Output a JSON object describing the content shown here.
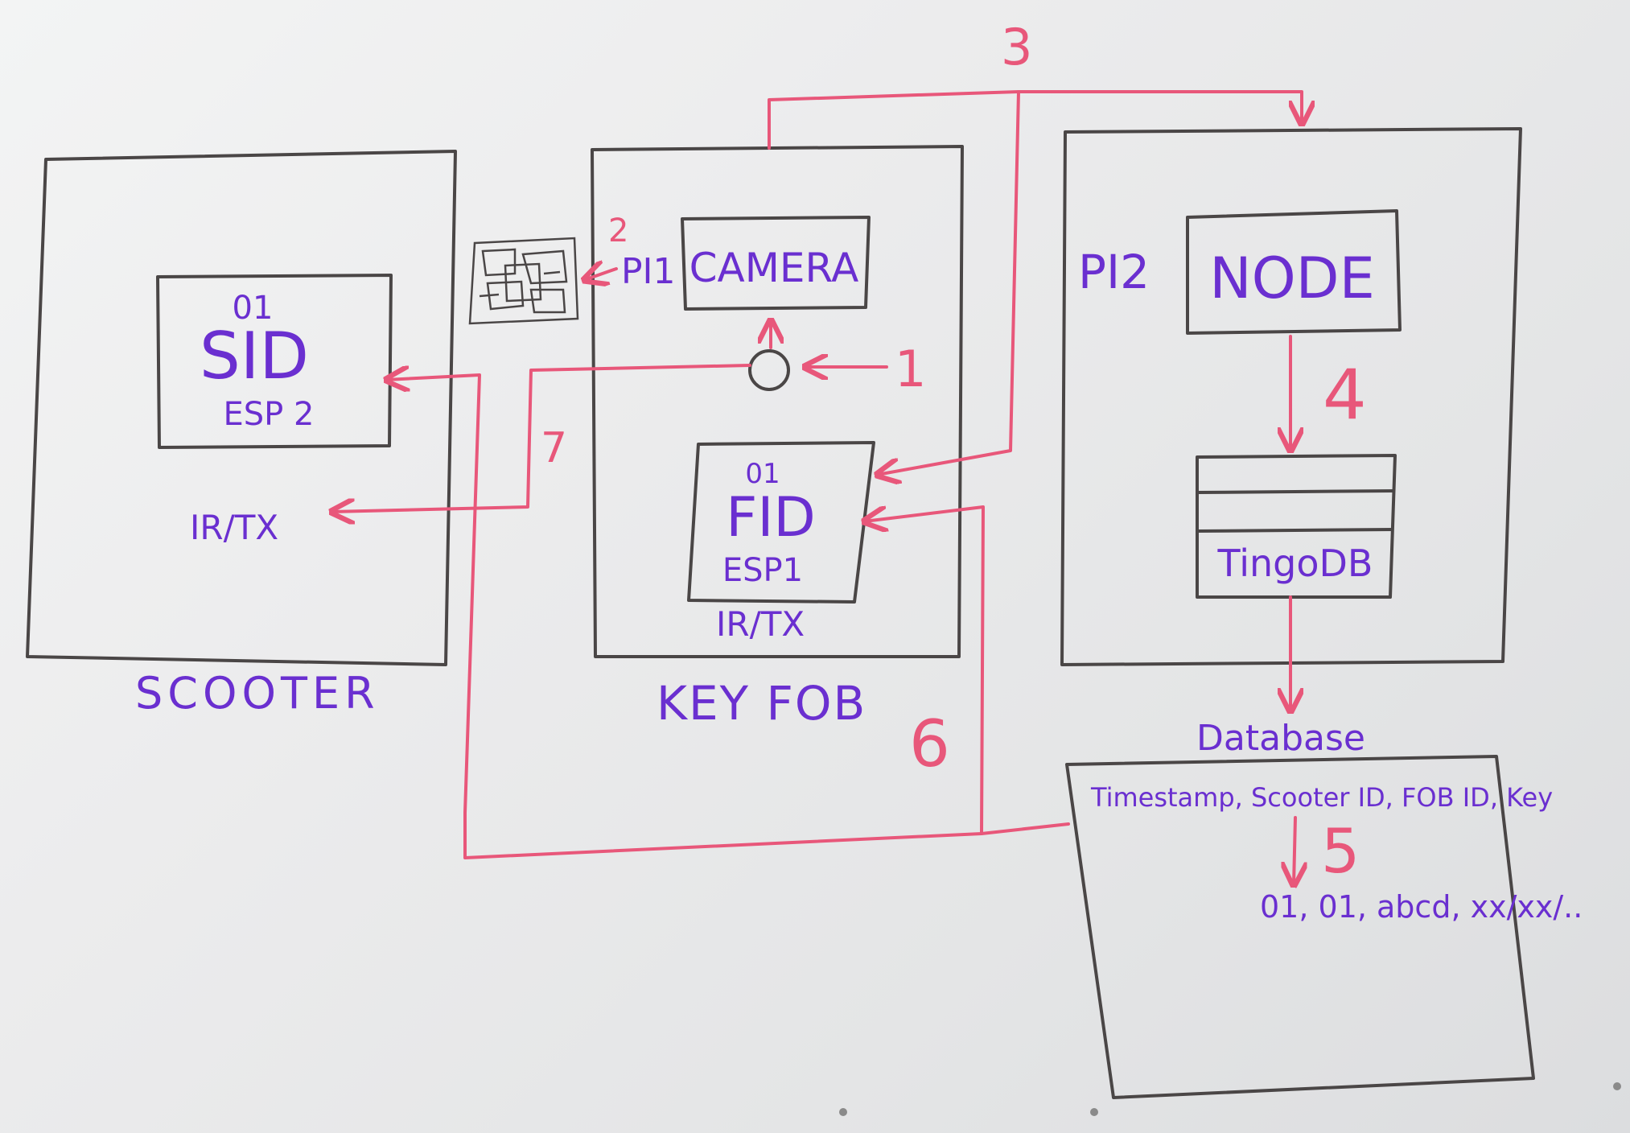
{
  "scooter": {
    "caption": "SCOOTER",
    "sid_box": {
      "number": "01",
      "label": "SID",
      "chip": "ESP 2"
    },
    "irtx": "IR/TX"
  },
  "keyfob": {
    "caption": "KEY FOB",
    "pi_label": "PI1",
    "camera": "CAMERA",
    "fid_box": {
      "number": "01",
      "label": "FID",
      "chip": "ESP1"
    },
    "irtx": "IR/TX"
  },
  "server": {
    "pi_label": "PI2",
    "node": "NODE",
    "db_name": "TingoDB"
  },
  "database": {
    "title": "Database",
    "fields": "Timestamp, Scooter ID, FOB ID, Key",
    "sample_row": "01, 01, abcd, xx/xx/.."
  },
  "steps": [
    "1",
    "2",
    "3",
    "4",
    "5",
    "6",
    "7"
  ],
  "colors": {
    "marker_black": "#4a4646",
    "marker_purple": "#6a2fd0",
    "marker_red": "#e8577a"
  }
}
